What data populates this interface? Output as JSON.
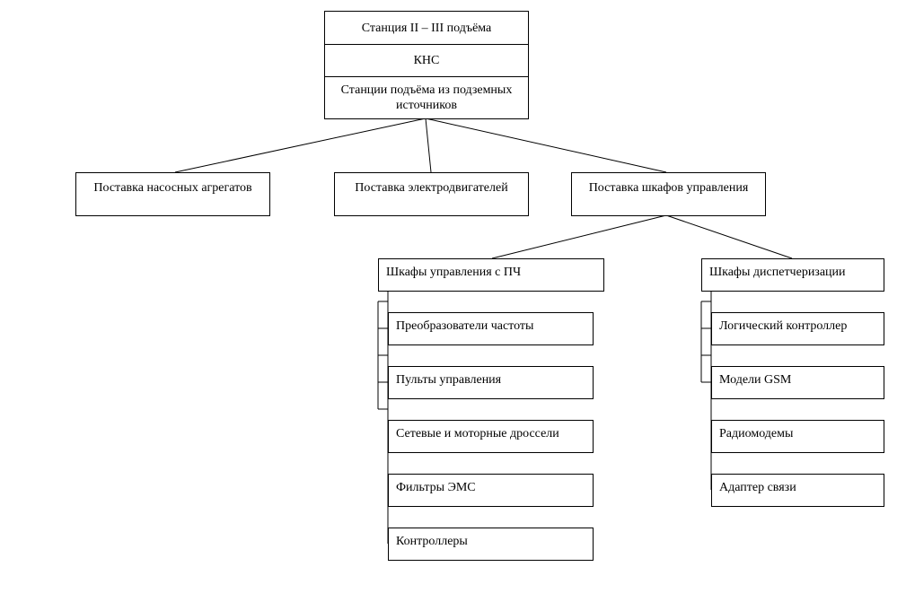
{
  "root": {
    "rows": [
      "Станция II – III подъёма",
      "КНС",
      "Станции подъёма из подземных источников"
    ]
  },
  "level2": [
    "Поставка насосных агрегатов",
    "Поставка электродвигателей",
    "Поставка шкафов управления"
  ],
  "cabinets_pch": {
    "title": "Шкафы управления с ПЧ",
    "items": [
      "Преобразователи частоты",
      "Пульты управления",
      "Сетевые и моторные дроссели",
      "Фильтры ЭМС",
      "Контроллеры"
    ]
  },
  "cabinets_dispatch": {
    "title": "Шкафы диспетчеризации",
    "items": [
      "Логический контроллер",
      "Модели GSM",
      "Радиомодемы",
      "Адаптер связи"
    ]
  }
}
